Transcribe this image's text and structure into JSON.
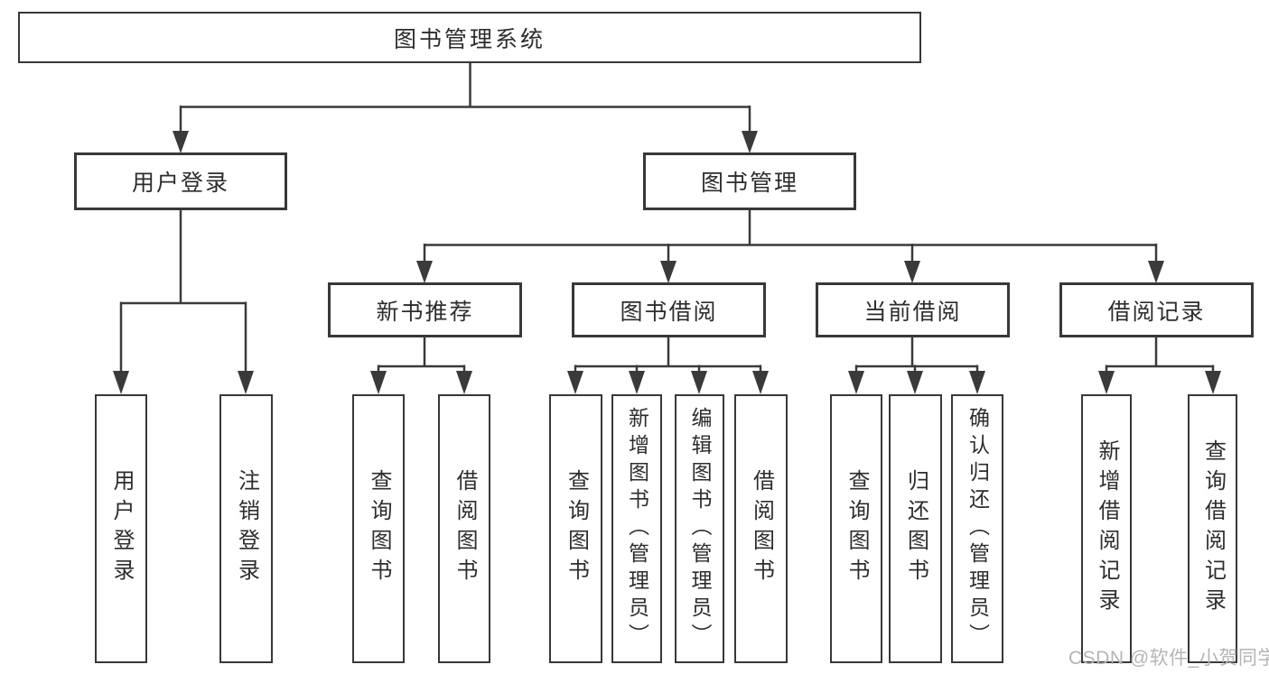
{
  "root": {
    "label": "图书管理系统"
  },
  "user_branch": {
    "label": "用户登录",
    "leaves": [
      "用户登录",
      "注销登录"
    ]
  },
  "book_branch": {
    "label": "图书管理"
  },
  "modules": [
    {
      "label": "新书推荐",
      "leaves": [
        "查询图书",
        "借阅图书"
      ]
    },
    {
      "label": "图书借阅",
      "leaves": [
        "查询图书",
        "新增图书（管理员）",
        "编辑图书（管理员）",
        "借阅图书"
      ]
    },
    {
      "label": "当前借阅",
      "leaves": [
        "查询图书",
        "归还图书",
        "确认归还（管理员）"
      ]
    },
    {
      "label": "借阅记录",
      "leaves": [
        "新增借阅记录",
        "查询借阅记录"
      ]
    }
  ],
  "watermark": "CSDN @软件_小贺同学",
  "colors": {
    "line": "#3a3a3a",
    "box_border": "#383838",
    "text": "#2d2d2d",
    "watermark": "#b5b5b5",
    "background": "#ffffff"
  }
}
